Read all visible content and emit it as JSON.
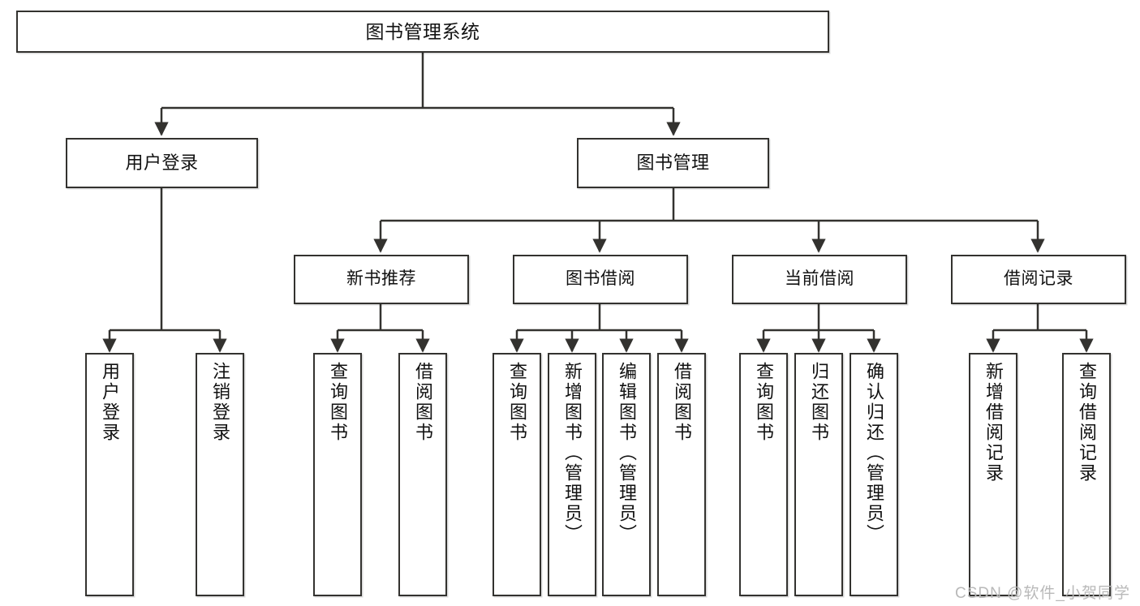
{
  "diagram": {
    "title": "图书管理系统",
    "type": "tree-hierarchy-diagram",
    "watermark": "CSDN @软件_小贺同学",
    "colors": {
      "box_border": "#33322f",
      "box_fill": "#ffffff",
      "connector": "#33322f",
      "text": "#111111",
      "watermark": "#b9b9b9"
    },
    "nodes": {
      "root": {
        "label": "图书管理系统"
      },
      "level2": [
        {
          "label": "用户登录"
        },
        {
          "label": "图书管理"
        }
      ],
      "level3": [
        {
          "label": "新书推荐"
        },
        {
          "label": "图书借阅"
        },
        {
          "label": "当前借阅"
        },
        {
          "label": "借阅记录"
        }
      ],
      "leaves": {
        "user_login": [
          {
            "label": "用户登录"
          },
          {
            "label": "注销登录"
          }
        ],
        "new_book_recommend": [
          {
            "label": "查询图书"
          },
          {
            "label": "借阅图书"
          }
        ],
        "book_borrow": [
          {
            "label": "查询图书"
          },
          {
            "label": "新增图书（管理员）"
          },
          {
            "label": "编辑图书（管理员）"
          },
          {
            "label": "借阅图书"
          }
        ],
        "current_borrow": [
          {
            "label": "查询图书"
          },
          {
            "label": "归还图书"
          },
          {
            "label": "确认归还（管理员）"
          }
        ],
        "borrow_records": [
          {
            "label": "新增借阅记录"
          },
          {
            "label": "查询借阅记录"
          }
        ]
      }
    }
  }
}
